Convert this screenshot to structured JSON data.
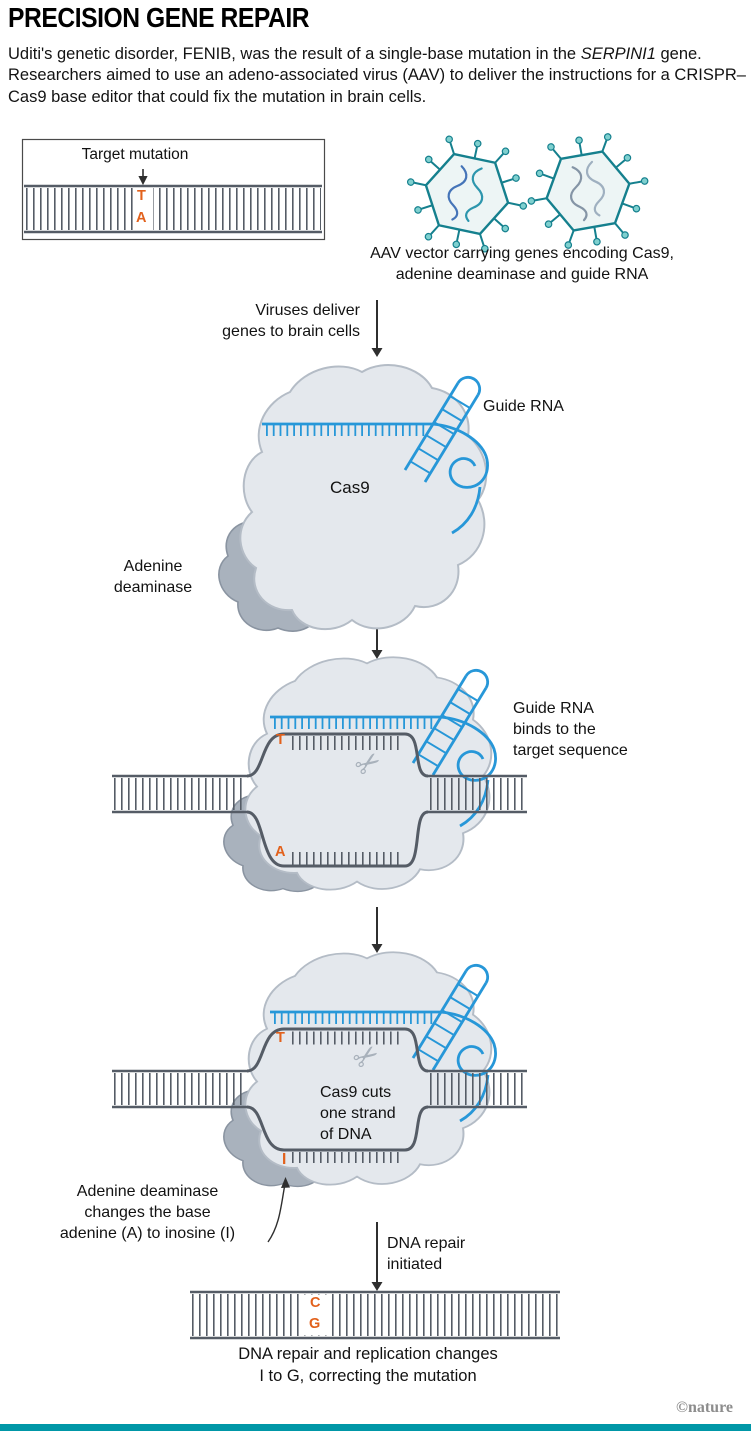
{
  "header": {
    "title": "PRECISION GENE REPAIR",
    "intro": {
      "before": "Uditi's genetic disorder, FENIB, was the result of a single-base mutation in the ",
      "italic": "SERPINI1",
      "after": " gene. Researchers aimed to use an adeno-associated virus (AAV) to deliver the instructions for a CRISPR–Cas9 base editor that could fix the mutation in brain cells."
    }
  },
  "target_box": {
    "label": "Target mutation",
    "top_base": "T",
    "bottom_base": "A"
  },
  "aav": {
    "caption": "AAV vector carrying genes encoding Cas9,\nadenine deaminase and guide RNA"
  },
  "deliver": {
    "label": "Viruses deliver\ngenes to brain cells"
  },
  "complex1": {
    "guide_rna_label": "Guide RNA",
    "cas9_label": "Cas9",
    "deaminase_label": "Adenine\ndeaminase"
  },
  "complex2": {
    "note": "Guide RNA\nbinds to the\ntarget sequence",
    "top_base": "T",
    "bottom_base": "A"
  },
  "complex3": {
    "note": "Cas9 cuts\none strand\nof DNA",
    "top_base": "T",
    "bottom_base": "I",
    "deaminase_note": "Adenine deaminase\nchanges the base\nadenine (A) to inosine (I)",
    "repair_label": "DNA repair\ninitiated"
  },
  "final_dna": {
    "top_base": "C",
    "bottom_base": "G",
    "caption": "DNA repair and replication changes\nI to G, correcting the mutation"
  },
  "credit": "©nature",
  "icons": {
    "scissors": "✂"
  },
  "colors": {
    "base_orange": "#e2611c",
    "guide_rna_blue": "#2797d8",
    "virus_teal": "#15808e",
    "dna_gray": "#555c66",
    "footer_teal": "#0097a7"
  }
}
